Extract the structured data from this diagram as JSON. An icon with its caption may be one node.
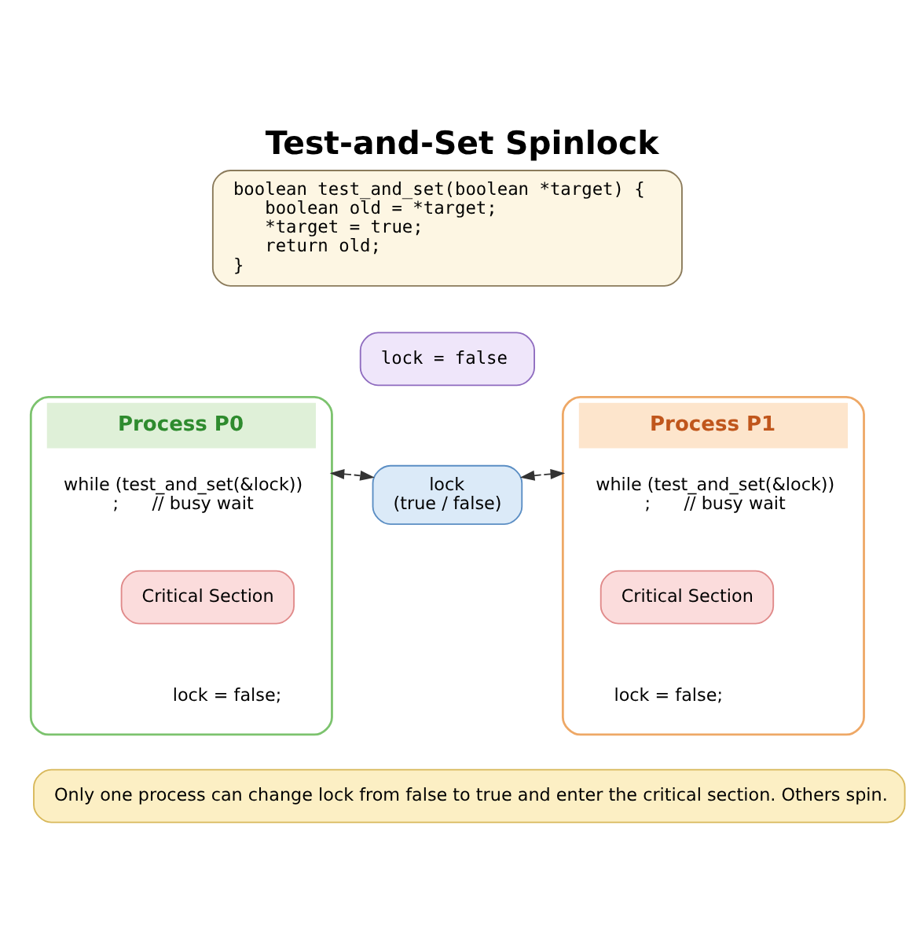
{
  "diagram": {
    "title": "Test-and-Set Spinlock",
    "nodes": [
      {
        "text": [
          "boolean test_and_set(boolean *target) {",
          "boolean old = *target;",
          "*target = true;",
          "return old;",
          "}"
        ]
      },
      {
        "text": [
          "lock = false"
        ]
      },
      {
        "text": [
          "Process P0",
          "while (test_and_set(&lock))",
          ";      // busy wait",
          "lock = false;"
        ]
      },
      {
        "text": [
          "Critical Section"
        ],
        "in": 2
      },
      {
        "text": [
          "lock",
          "(true / false)"
        ]
      },
      {
        "text": [
          "Process P1",
          "while (test_and_set(&lock))",
          ";      // busy wait",
          "lock = false;"
        ]
      },
      {
        "text": [
          "Critical Section"
        ],
        "in": 5
      },
      {
        "text": [
          "Only one process can change lock from false to true and enter the critical section. Others spin."
        ]
      }
    ],
    "edges": [
      {
        "from": 2,
        "to": 4,
        "arrow": "both",
        "style": "dashed"
      },
      {
        "from": 4,
        "to": 5,
        "arrow": "both",
        "style": "dashed"
      }
    ]
  }
}
